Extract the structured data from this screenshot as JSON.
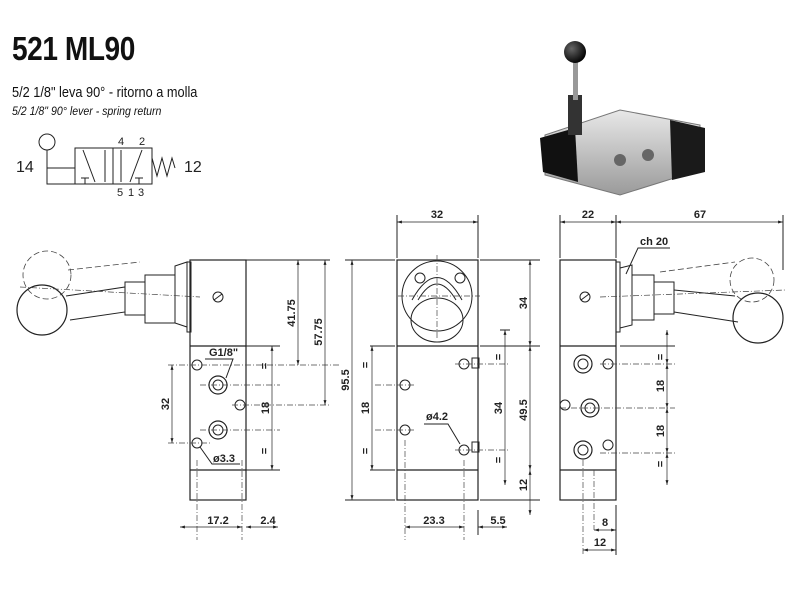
{
  "header": {
    "title": "521 ML90",
    "subtitle_it": "5/2 1/8\" leva 90° - ritorno a molla",
    "subtitle_en": "5/2 1/8\" 90° lever - spring return"
  },
  "symbol": {
    "left_port": "14",
    "right_port": "12",
    "top_ports": [
      "4",
      "2"
    ],
    "bottom_ports": [
      "5",
      "1",
      "3"
    ]
  },
  "side_view_left": {
    "thread": "G1/8\"",
    "hole": "ø3.3",
    "dims": {
      "h1": "41.75",
      "h2": "57.75",
      "v32": "32",
      "v18": "18",
      "eq": "=",
      "w1": "17.2",
      "w2": "2.4"
    }
  },
  "front_view": {
    "hole": "ø4.2",
    "dims": {
      "width": "32",
      "height": "95.5",
      "top": "34",
      "mid": "49.5",
      "bottom": "12",
      "inner34": "34",
      "v18": "18",
      "w1": "23.3",
      "w2": "5.5",
      "eq": "="
    }
  },
  "side_view_right": {
    "nut": "ch 20",
    "dims": {
      "w22": "22",
      "w67": "67",
      "v18a": "18",
      "v18b": "18",
      "w8": "8",
      "w12": "12",
      "eq": "="
    }
  }
}
